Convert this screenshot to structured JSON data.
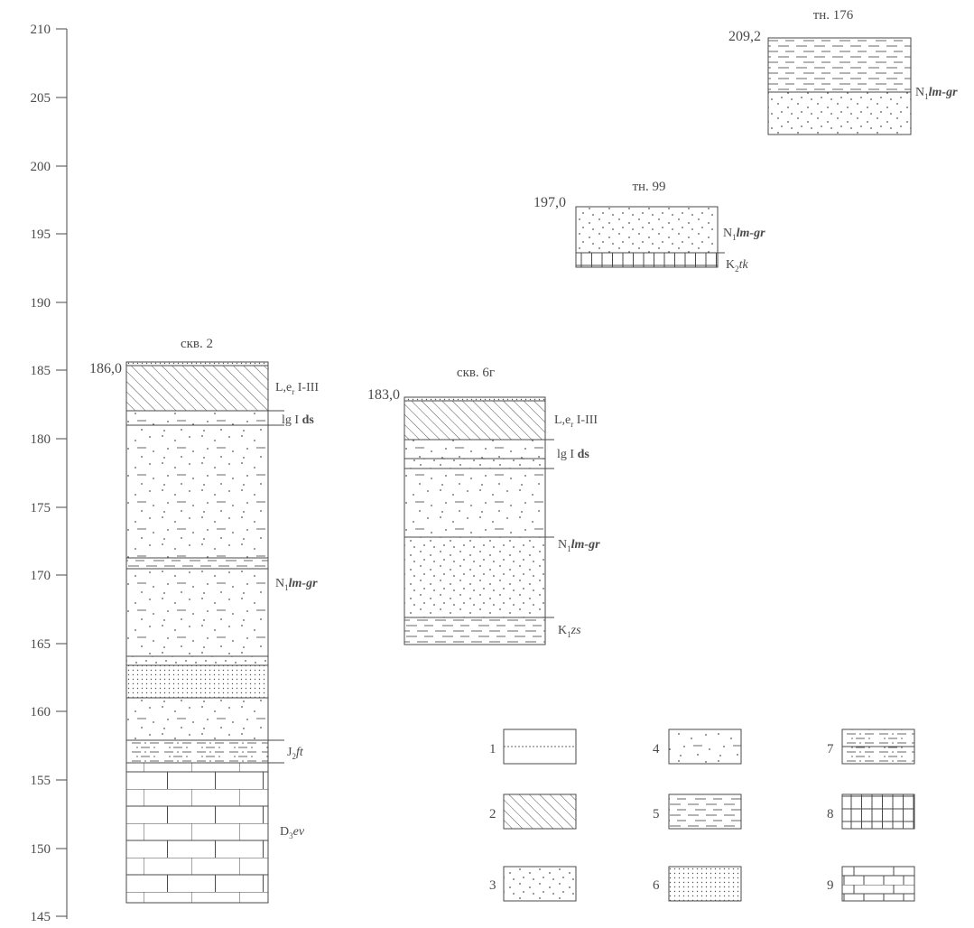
{
  "axis": {
    "ticks": [
      "210",
      "205",
      "200",
      "195",
      "190",
      "185",
      "180",
      "175",
      "170",
      "165",
      "160",
      "155",
      "150",
      "145"
    ]
  },
  "columns": {
    "skv2": {
      "title": "скв. 2",
      "elevation": "186,0"
    },
    "skv6g": {
      "title": "скв. 6г",
      "elevation": "183,0"
    },
    "tn99": {
      "title": "тн. 99",
      "elevation": "197,0"
    },
    "tn176": {
      "title": "тн. 176",
      "elevation": "209,2"
    }
  },
  "unit_labels": {
    "s2_quat": {
      "base": "L,e",
      "sub": "r",
      "rest": " I-III"
    },
    "s2_lg": {
      "base": "lg I ",
      "bold": "ds"
    },
    "s2_n1": {
      "base": "N",
      "sub": "1",
      "bold": "lm-gr"
    },
    "s2_j": {
      "base": "J",
      "sub": "2",
      "italic": "ft"
    },
    "s2_d": {
      "base": "D",
      "sub": "3",
      "italic": "ev"
    },
    "s6_quat": {
      "base": "L,e",
      "sub": "r",
      "rest": " I-III"
    },
    "s6_lg": {
      "base": "lg I ",
      "bold": "ds"
    },
    "s6_n1": {
      "base": "N",
      "sub": "1",
      "bold": "lm-gr"
    },
    "s6_k": {
      "base": "K",
      "sub": "1",
      "italic": "zs"
    },
    "t99_n1": {
      "base": "N",
      "sub": "1",
      "bold": "lm-gr"
    },
    "t99_k": {
      "base": "K",
      "sub": "2",
      "italic": "tk"
    },
    "t176_n1": {
      "base": "N",
      "sub": "1",
      "bold": "lm-gr"
    }
  },
  "legend": [
    "1",
    "2",
    "3",
    "4",
    "5",
    "6",
    "7",
    "8",
    "9"
  ],
  "colors": {
    "line": "#4a4a4a",
    "text": "#4a4a4a",
    "background": "#ffffff"
  }
}
